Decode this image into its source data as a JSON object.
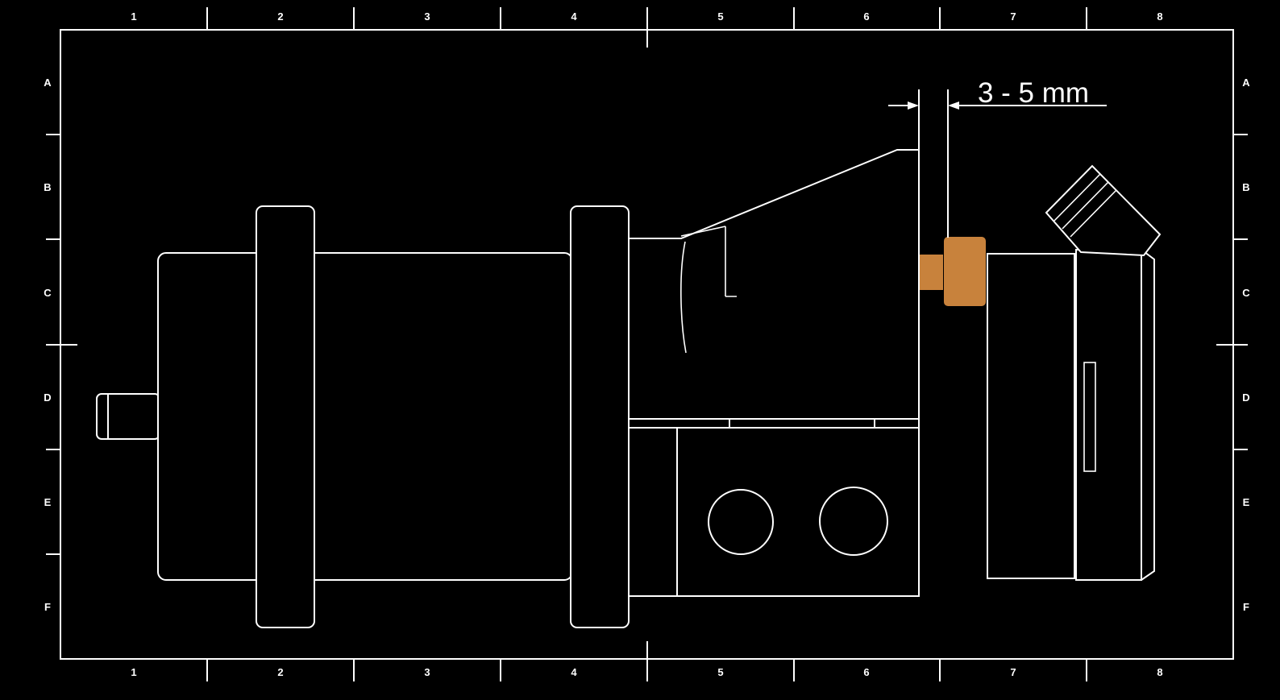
{
  "colors": {
    "background": "#000000",
    "line": "#ffffff",
    "highlight": "#c8823c"
  },
  "dimension": {
    "label": "3 - 5 mm"
  },
  "grid": {
    "columns": [
      "1",
      "2",
      "3",
      "4",
      "5",
      "6",
      "7",
      "8"
    ],
    "rows": [
      "A",
      "B",
      "C",
      "D",
      "E",
      "F"
    ]
  }
}
